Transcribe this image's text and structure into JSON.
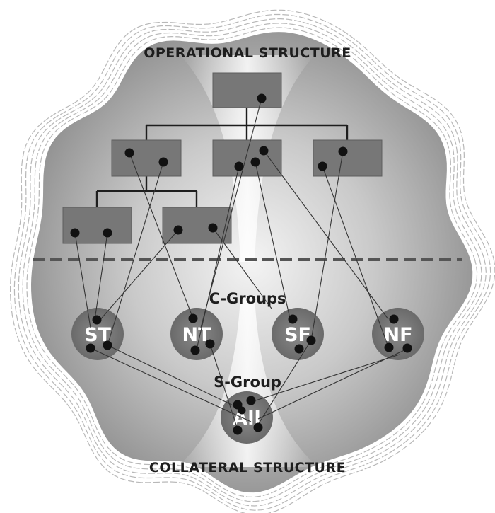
{
  "labels": {
    "operational": "OPERATIONAL STRUCTURE",
    "collateral": "COLLATERAL STRUCTURE",
    "c_groups": "C-Groups",
    "s_group": "S-Group"
  },
  "circles": {
    "st": "ST",
    "nt": "NT",
    "sf": "SF",
    "nf": "NF",
    "all": "All"
  },
  "colors": {
    "box_fill": "#777777",
    "circle_fill": "#7a7a7a",
    "dot": "#111111",
    "line": "#333333",
    "divider": "#555555",
    "background_light": "#f4f4f4",
    "background_dark": "#7e7e7e"
  }
}
